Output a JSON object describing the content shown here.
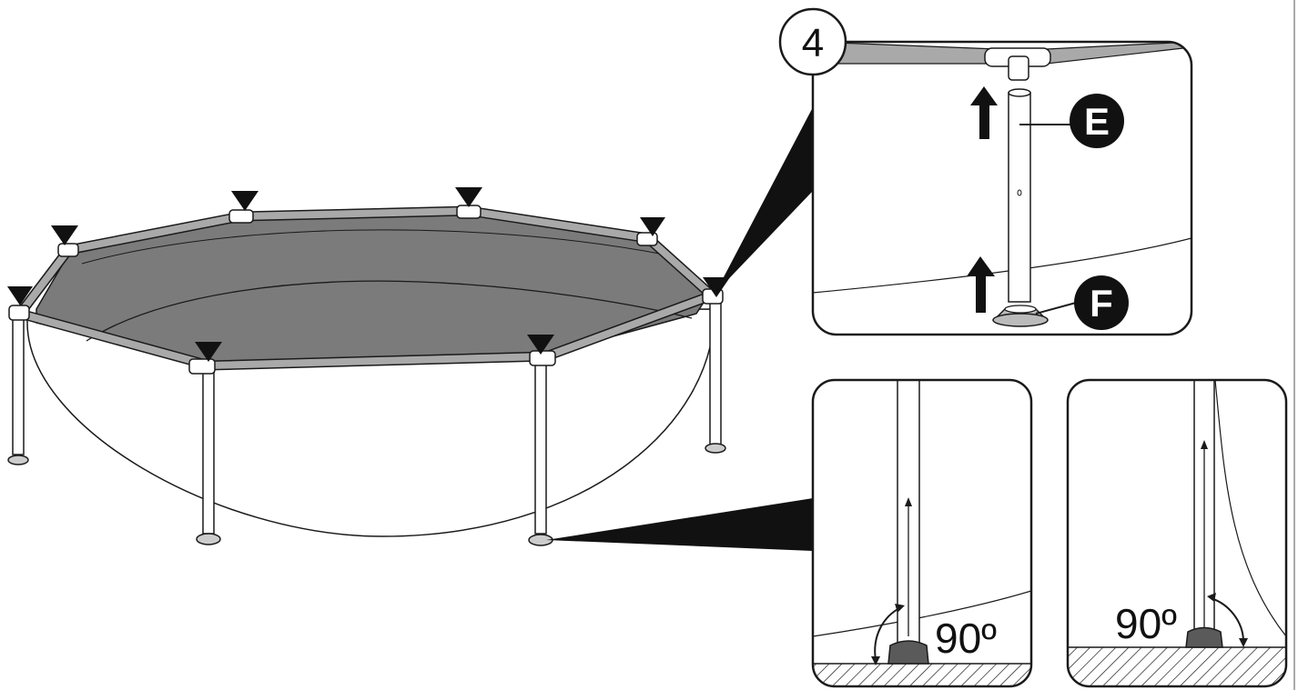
{
  "step": {
    "number": "4"
  },
  "parts": {
    "pole_label": "E",
    "foot_label": "F"
  },
  "angle_left": "90º",
  "angle_right": "90º",
  "colors": {
    "liner": "#7b7b7b",
    "rail": "#a9a9a9",
    "ink": "#1a1a1a",
    "callout": "#111111",
    "foot": "#5a5a5a"
  },
  "icons": {
    "marker": "down-triangle-icon",
    "lift_arrow": "up-arrow-icon",
    "angle": "double-arrow-arc-icon"
  }
}
